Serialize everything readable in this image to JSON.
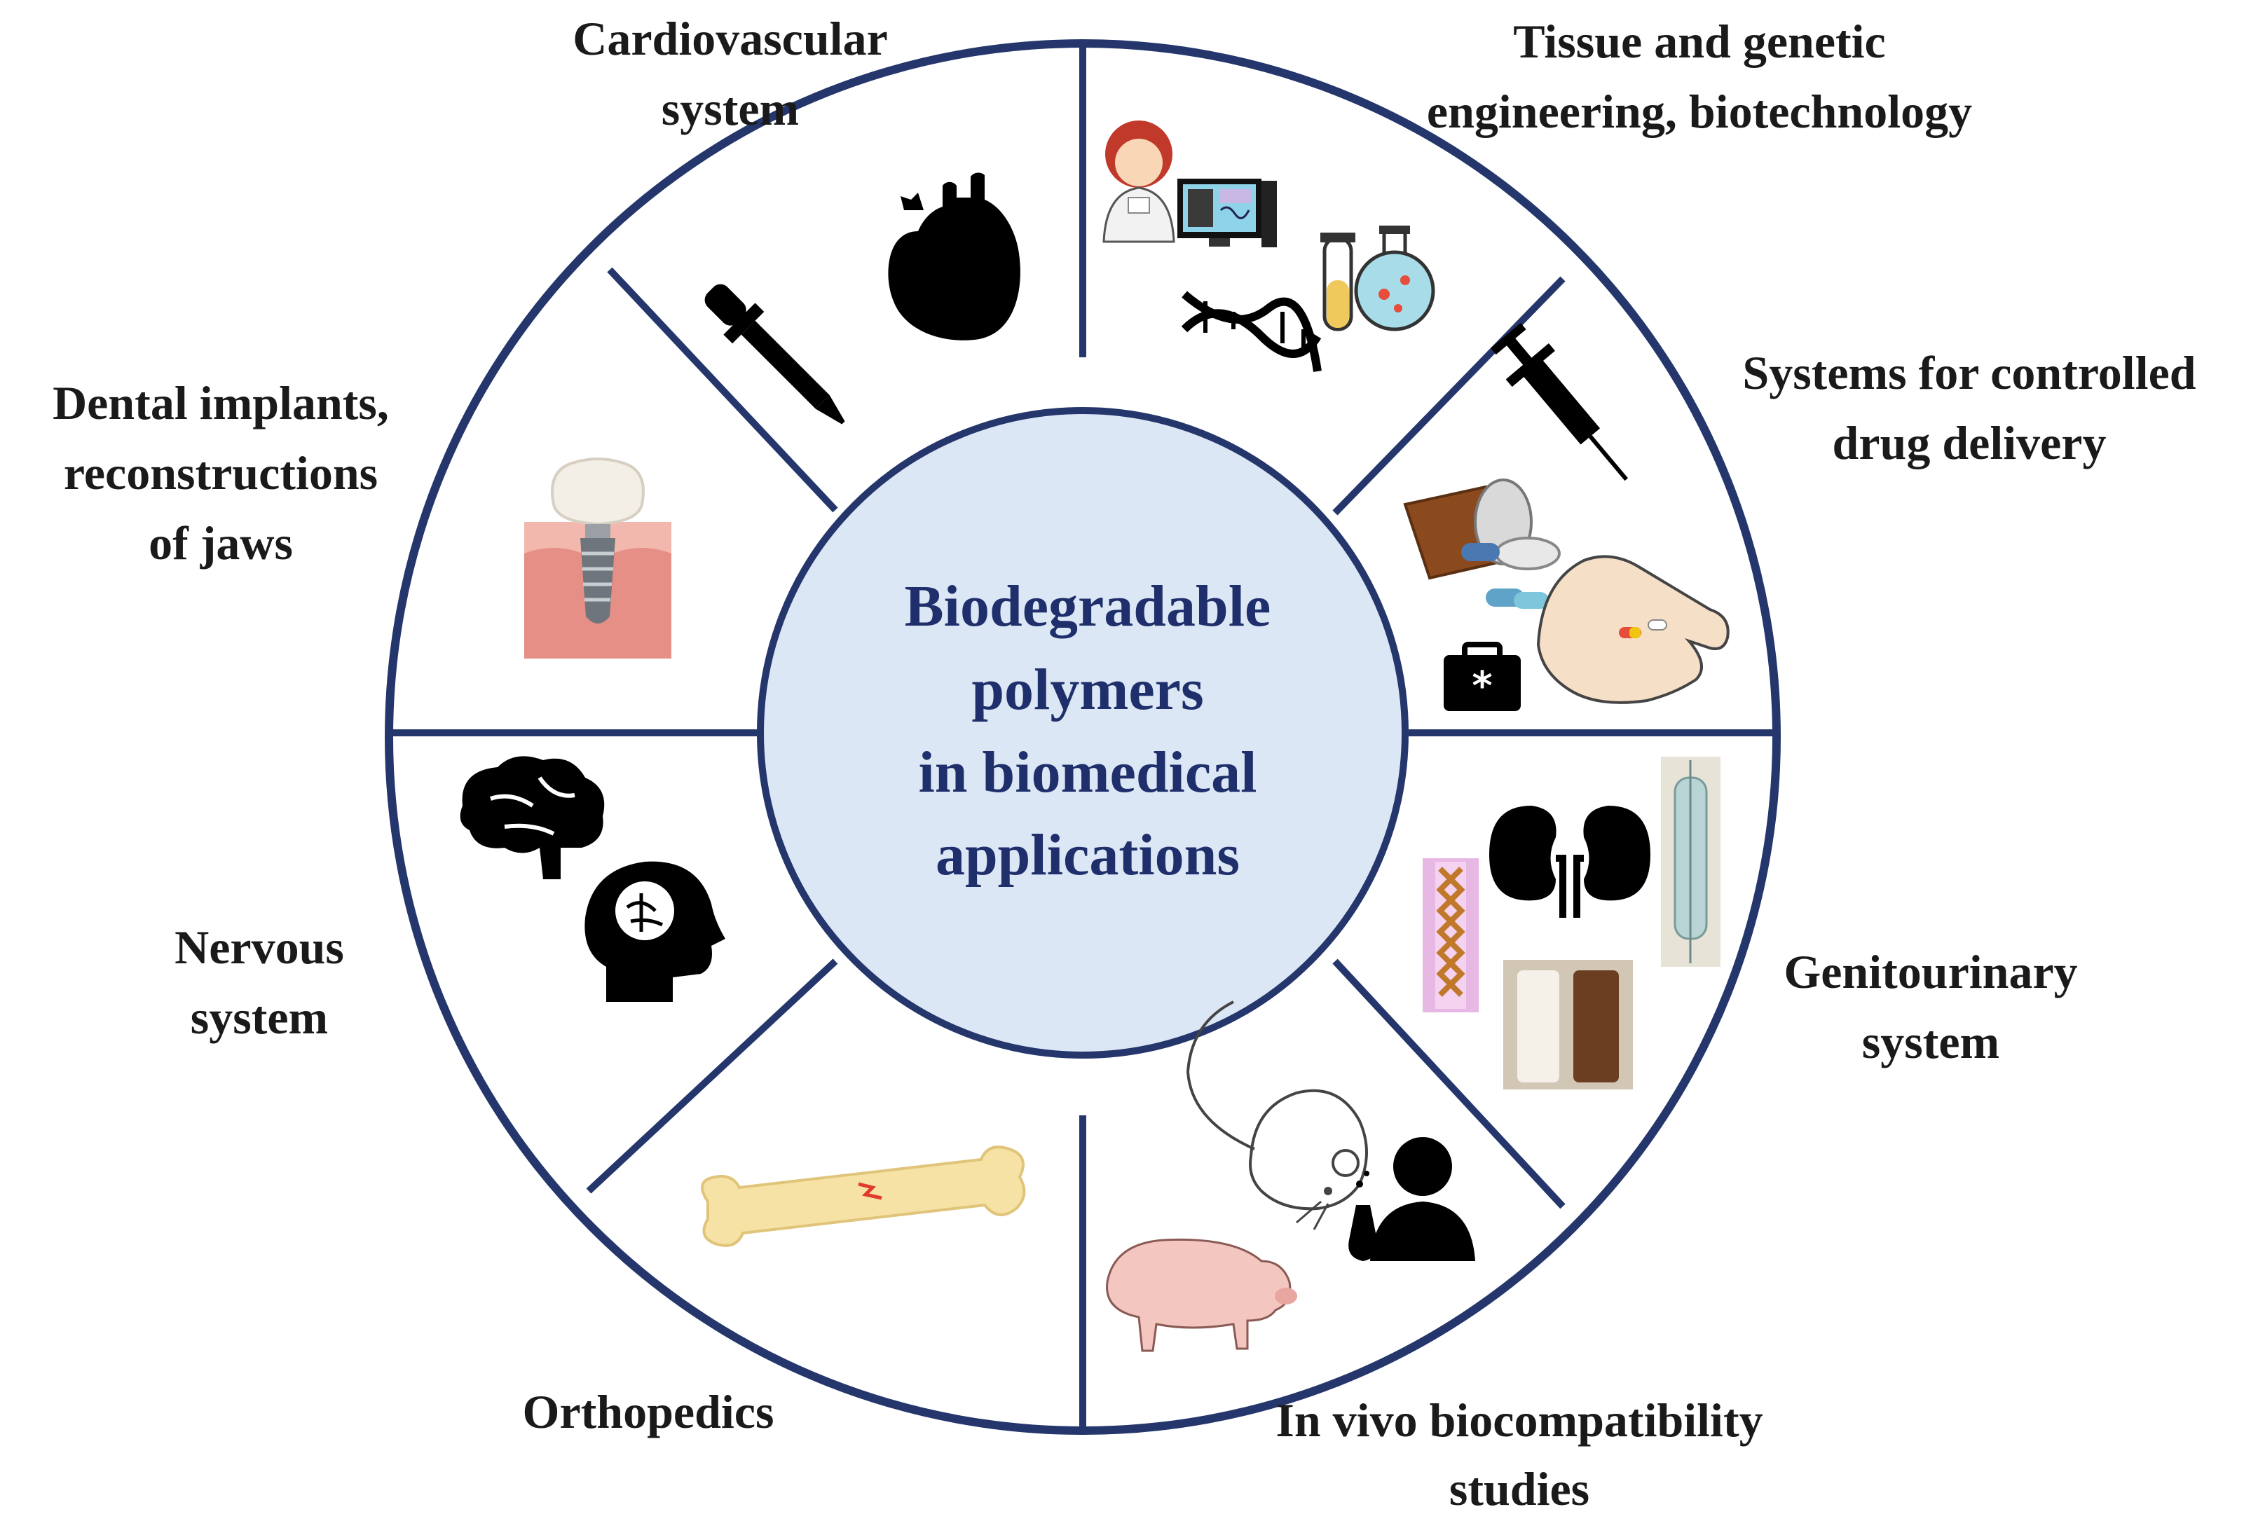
{
  "center": {
    "lines": [
      "Biodegradable",
      "polymers",
      "in biomedical",
      "applications"
    ]
  },
  "sectors": [
    {
      "id": "cardiovascular",
      "lines": [
        "Cardiovascular",
        "system"
      ],
      "icons": [
        "dropper-icon",
        "heart-icon"
      ]
    },
    {
      "id": "tissue",
      "lines": [
        "Tissue and genetic",
        "engineering, biotechnology"
      ],
      "icons": [
        "scientist-icon",
        "computer-icon",
        "dna-icon",
        "test-tube-icon",
        "flask-icon"
      ]
    },
    {
      "id": "drug-delivery",
      "lines": [
        "Systems for controlled",
        "drug delivery"
      ],
      "icons": [
        "syringe-icon",
        "pill-bottle-icon",
        "capsule-icon",
        "hand-with-pills-icon",
        "first-aid-kit-icon"
      ]
    },
    {
      "id": "genitourinary",
      "lines": [
        "Genitourinary",
        "system"
      ],
      "icons": [
        "kidney-icon",
        "stent-icon",
        "tube-icon",
        "scaffold-sample-icon"
      ]
    },
    {
      "id": "invivo",
      "lines": [
        "In vivo biocompatibility",
        "studies"
      ],
      "icons": [
        "mouse-icon",
        "researcher-icon",
        "pig-icon"
      ]
    },
    {
      "id": "orthopedics",
      "lines": [
        "Orthopedics"
      ],
      "icons": [
        "bone-icon"
      ]
    },
    {
      "id": "nervous",
      "lines": [
        "Nervous",
        "system"
      ],
      "icons": [
        "brain-icon",
        "head-brain-icon"
      ]
    },
    {
      "id": "dental",
      "lines": [
        "Dental implants,",
        "reconstructions",
        "of jaws"
      ],
      "icons": [
        "dental-implant-icon"
      ]
    }
  ],
  "colors": {
    "ring": "#24366b",
    "center_fill": "#dce7f5",
    "center_text": "#1f2f6b",
    "label_text": "#1a1a1a"
  }
}
